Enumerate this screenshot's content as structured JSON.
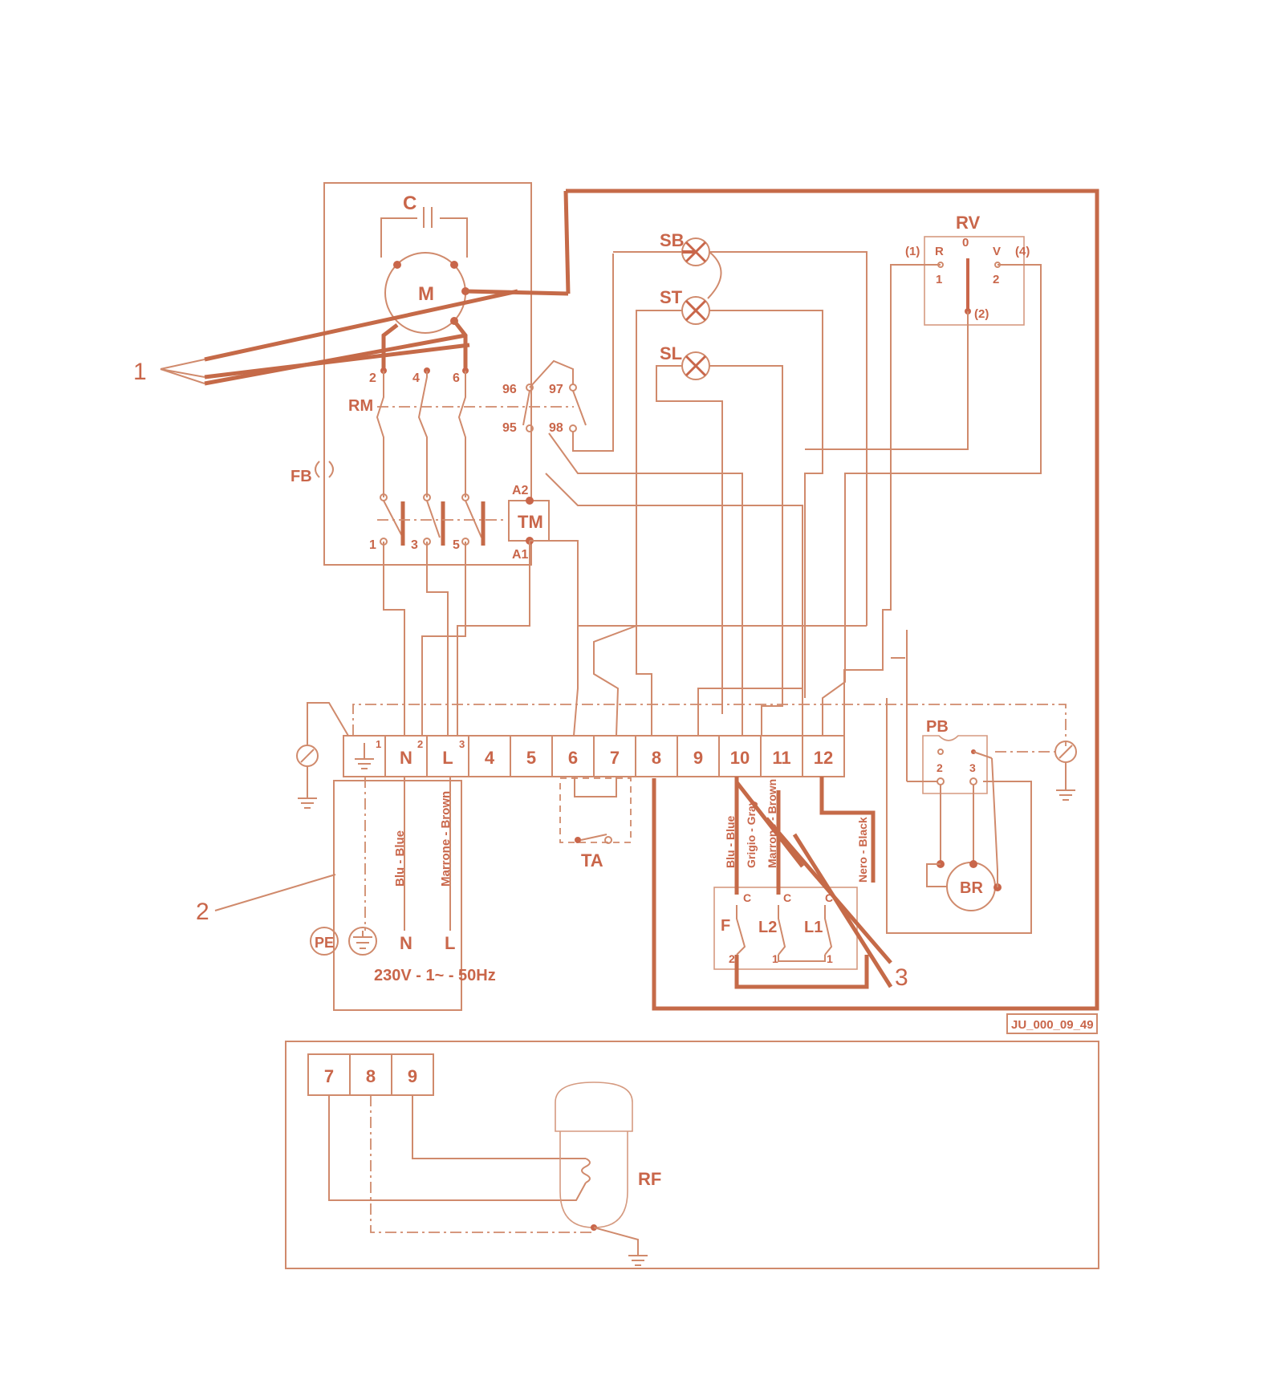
{
  "diagram_id": "JU_000_09_49",
  "callouts": {
    "c1": "1",
    "c2": "2",
    "c3": "3"
  },
  "components": {
    "capacitor": "C",
    "motor": "M",
    "thermal_relay": "RM",
    "fuse": "FB",
    "timer": "TM",
    "lamp_sb": "SB",
    "lamp_st": "ST",
    "lamp_sl": "SL",
    "selector": "RV",
    "pressure_switch": "PB",
    "thermostat": "TA",
    "burner": "BR",
    "flame_unit_f": "F",
    "flame_unit_l2": "L2",
    "flame_unit_l1": "L1",
    "resistor": "RF",
    "pe": "PE"
  },
  "rm_contacts": {
    "c2": "2",
    "c4": "4",
    "c6": "6",
    "c1": "1",
    "c3": "3",
    "c5": "5",
    "c96": "96",
    "c97": "97",
    "c95": "95",
    "c98": "98"
  },
  "tm_pins": {
    "a2": "A2",
    "a1": "A1"
  },
  "rv_pins": {
    "r_pos": "(1)",
    "r": "R",
    "r_num": "1",
    "zero": "0",
    "v": "V",
    "v_pos": "(4)",
    "v_num": "2",
    "common": "(2)"
  },
  "pb_pins": {
    "p2": "2",
    "p3": "3"
  },
  "flame_pins": {
    "c_f": "C",
    "c_l2": "C",
    "c_l1": "C",
    "n2": "2",
    "n1a": "1",
    "n1b": "1"
  },
  "terminals": [
    "",
    "N",
    "L",
    "4",
    "5",
    "6",
    "7",
    "8",
    "9",
    "10",
    "11",
    "12"
  ],
  "terminal_subs": [
    "1",
    "2",
    "3"
  ],
  "supply": {
    "wire_blue": "Blu - Blue",
    "wire_brown": "Marrone - Brown",
    "n": "N",
    "l": "L",
    "rating": "230V - 1~ - 50Hz"
  },
  "cable_colors": {
    "blue": "Blu - Blue",
    "gray": "Grigio - Gray",
    "brown": "Marrone - Brown",
    "black": "Nero - Black"
  },
  "lower_terminals": [
    "7",
    "8",
    "9"
  ]
}
